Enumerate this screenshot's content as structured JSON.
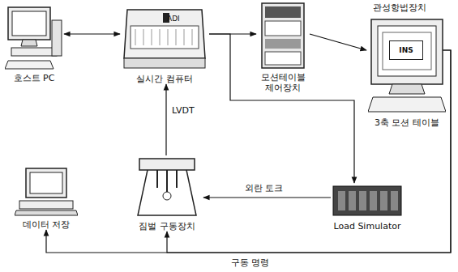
{
  "diagram": {
    "nodes": [
      {
        "text": [
          "호스트 PC"
        ]
      },
      {
        "text": [
          "실시간 컴퓨터"
        ]
      },
      {
        "text": [
          "모션테이블 제어장치"
        ]
      },
      {
        "text": [
          "3축 모션 테이블"
        ]
      },
      {
        "text": [
          "INS"
        ],
        "in": 3
      },
      {
        "text": [
          "Load Simulator"
        ]
      },
      {
        "text": [
          "짐벌 구동장치"
        ]
      },
      {
        "text": [
          "데이터 저장"
        ]
      }
    ],
    "edges": [
      {
        "from": 0,
        "to": 1,
        "arrow": "both"
      },
      {
        "from": 1,
        "to": 2,
        "arrow": "to"
      },
      {
        "from": 2,
        "to": 3,
        "arrow": "to"
      },
      {
        "from": 1,
        "to": 5,
        "arrow": "to"
      },
      {
        "from": 5,
        "to": 6,
        "label": "외란 토크",
        "arrow": "to"
      },
      {
        "from": 6,
        "to": 1,
        "label": "LVDT",
        "arrow": "to"
      },
      {
        "from": 4,
        "to": 6,
        "label": "구동 명령",
        "arrow": "to"
      },
      {
        "from": 4,
        "to": 7,
        "arrow": "to"
      }
    ],
    "labels": [
      "관성항법장치",
      "ADI"
    ]
  }
}
